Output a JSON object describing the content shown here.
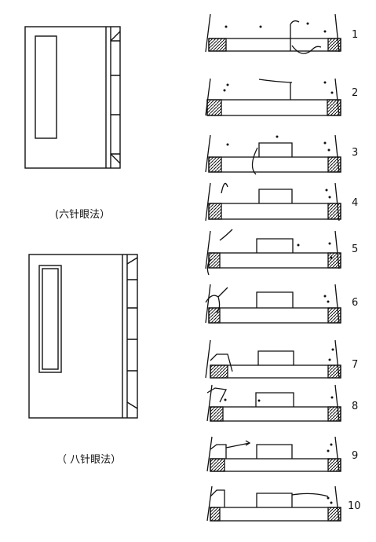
{
  "figures": [
    {
      "caption": "(六针眼法）"
    },
    {
      "caption": "（ 八针眼法）"
    }
  ],
  "steps": [
    "1",
    "2",
    "3",
    "4",
    "5",
    "6",
    "7",
    "8",
    "9",
    "10"
  ],
  "colors": {
    "ink": "#111111",
    "paper": "#ffffff"
  }
}
